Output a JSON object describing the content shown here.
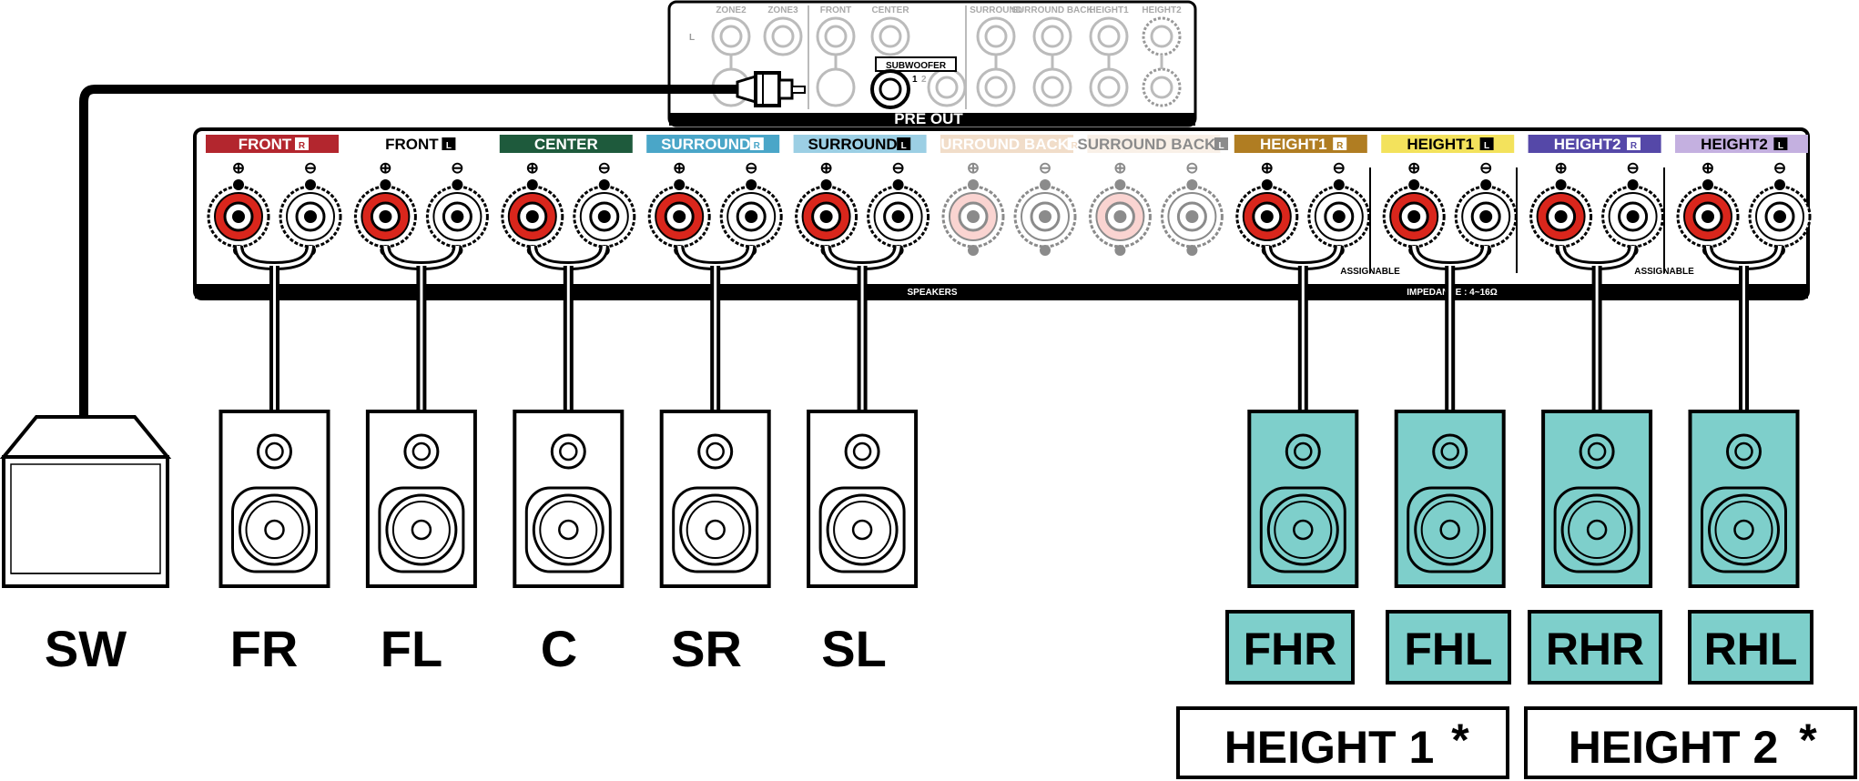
{
  "preout": {
    "top_labels": [
      "ZONE2",
      "ZONE3",
      "FRONT",
      "CENTER",
      "SURROUND",
      "SURROUND BACK",
      "HEIGHT1",
      "HEIGHT2"
    ],
    "side_label": "L",
    "subwoofer_label": "SUBWOOFER",
    "sub_num1": "1",
    "sub_num2": "2",
    "title": "PRE OUT"
  },
  "speakers_panel": {
    "channels": [
      {
        "label": "FRONT",
        "badge": "R",
        "color": "#b3262e",
        "faded": false
      },
      {
        "label": "FRONT",
        "badge": "L",
        "color": "#ffffff",
        "faded": false
      },
      {
        "label": "CENTER",
        "badge": "",
        "color": "#1e5a3c",
        "faded": false
      },
      {
        "label": "SURROUND",
        "badge": "R",
        "color": "#4aa6c8",
        "faded": false
      },
      {
        "label": "SURROUND",
        "badge": "L",
        "color": "#9ccfe4",
        "faded": false
      },
      {
        "label": "SURROUND BACK",
        "badge": "R",
        "color": "#e2b48a",
        "faded": true
      },
      {
        "label": "SURROUND BACK",
        "badge": "L",
        "color": "#f2e0cc",
        "faded": true
      },
      {
        "label": "HEIGHT1",
        "badge": "R",
        "color": "#b07d22",
        "faded": false
      },
      {
        "label": "HEIGHT1",
        "badge": "L",
        "color": "#f3e25c",
        "faded": false
      },
      {
        "label": "HEIGHT2",
        "badge": "R",
        "color": "#5548a8",
        "faded": false
      },
      {
        "label": "HEIGHT2",
        "badge": "L",
        "color": "#c4b0e0",
        "faded": false
      }
    ],
    "plus_symbol": "⊕",
    "minus_symbol": "⊖",
    "assignable1": "ASSIGNABLE",
    "assignable2": "ASSIGNABLE",
    "speakers_label": "SPEAKERS",
    "impedance_label": "IMPEDANCE : 4~16Ω"
  },
  "speaker_labels": [
    "SW",
    "FR",
    "FL",
    "C",
    "SR",
    "SL"
  ],
  "height_speaker_labels": [
    "FHR",
    "FHL",
    "RHR",
    "RHL"
  ],
  "groups": [
    "HEIGHT 1",
    "HEIGHT 2"
  ],
  "asterisk": "*",
  "colors": {
    "height_speaker_fill": "#7ecfcb",
    "terminal_red": "#d9261c",
    "faded_red": "#f4a29a",
    "line": "#000000"
  }
}
